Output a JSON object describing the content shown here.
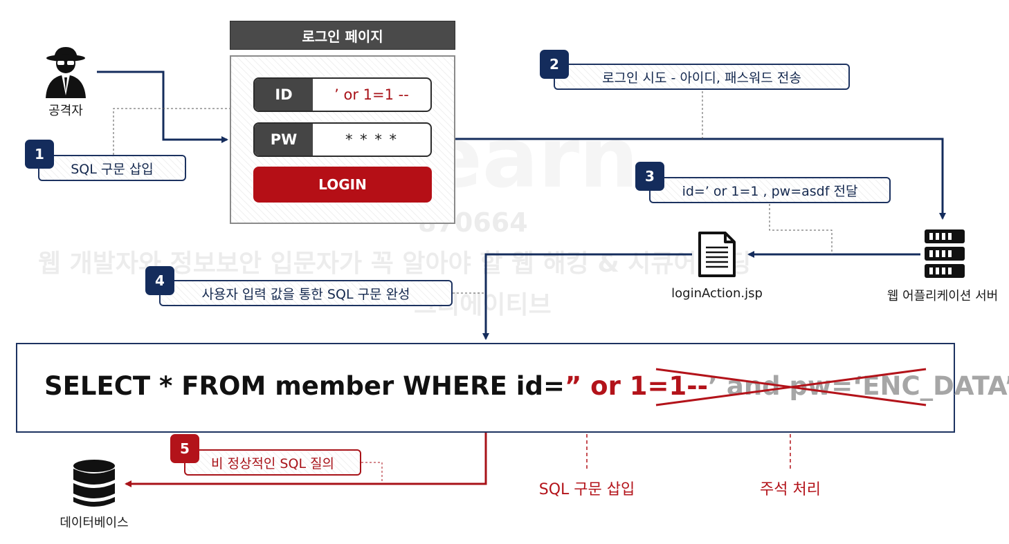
{
  "login_page": {
    "title": "로그인 페이지",
    "id_label": "ID",
    "id_value": "’ or 1=1 --",
    "pw_label": "PW",
    "pw_value": "* * * *",
    "login_button": "LOGIN"
  },
  "attacker": {
    "label": "공격자",
    "icon": "hacker-spy-icon"
  },
  "steps": [
    {
      "number": "1",
      "text": "SQL 구문 삽입"
    },
    {
      "number": "2",
      "text": "로그인 시도 - 아이디, 패스워드 전송"
    },
    {
      "number": "3",
      "text": "id=’ or 1=1 , pw=asdf 전달"
    },
    {
      "number": "4",
      "text": "사용자 입력 값을 통한 SQL 구문 완성"
    },
    {
      "number": "5",
      "text": "비 정상적인 SQL 질의"
    }
  ],
  "jsp": {
    "label": "loginAction.jsp",
    "icon": "document-icon"
  },
  "server": {
    "label": "웹 어플리케이션 서버",
    "icon": "server-rack-icon"
  },
  "database": {
    "label": "데이터베이스",
    "icon": "database-icon"
  },
  "sql": {
    "normal": "SELECT * FROM member WHERE id=",
    "injected": "” or 1=1--",
    "commented": "’ and pw=‘ENC_DATA’"
  },
  "annotations": {
    "injection": "SQL 구문 삽입",
    "comment": "주석 처리"
  },
  "watermark": {
    "brand": "inflearn",
    "code": "870664",
    "course": "웹 개발자와 정보보안 입문자가 꼭 알아야 할 웹 해킹 & 시큐어 코딩",
    "author": "크리에이티브"
  },
  "colors": {
    "navy": "#142c5c",
    "red": "#b3131a",
    "gray": "#4a4a4a"
  }
}
